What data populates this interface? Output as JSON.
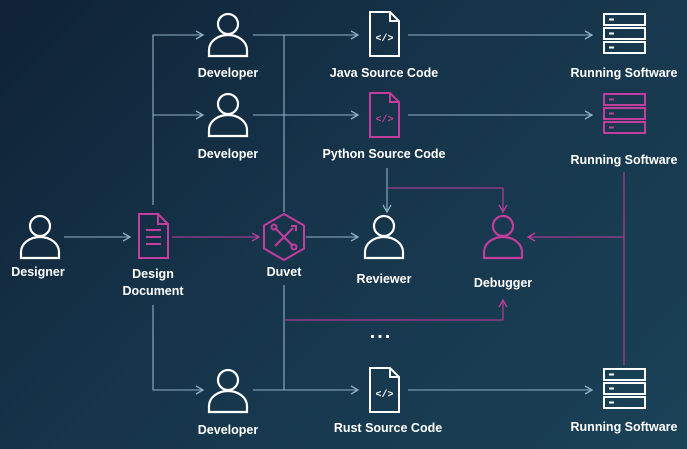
{
  "nodes": {
    "designer": "Designer",
    "design_document_line1": "Design",
    "design_document_line2": "Document",
    "duvet": "Duvet",
    "reviewer": "Reviewer",
    "debugger": "Debugger",
    "developer_java": "Developer",
    "developer_python": "Developer",
    "developer_rust": "Developer",
    "java_source": "Java Source Code",
    "python_source": "Python Source Code",
    "rust_source": "Rust Source Code",
    "running_java": "Running Software",
    "running_python": "Running Software",
    "running_rust": "Running Software",
    "ellipsis": "..."
  },
  "code_glyph": "</>",
  "colors": {
    "white": "#ffffff",
    "highlight": "#c23d9d",
    "line": "#8fb0c4"
  }
}
